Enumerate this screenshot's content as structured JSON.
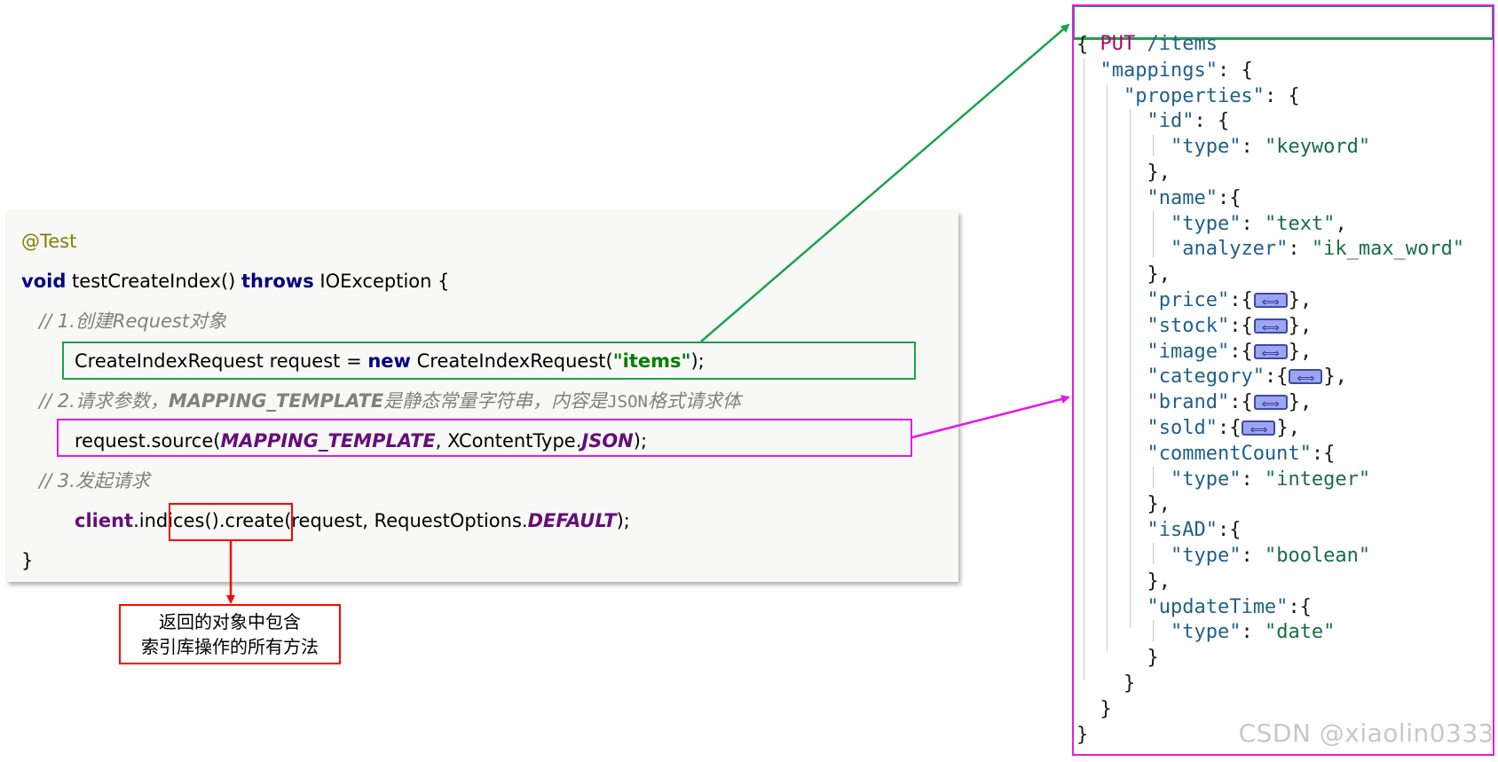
{
  "code": {
    "annotation": "@Test",
    "signature": {
      "kw_void": "void",
      "name": " testCreateIndex() ",
      "kw_throws": "throws",
      "exception": " IOException {"
    },
    "comment1": "// 1.创建Request对象",
    "line1": {
      "type_and_var": "CreateIndexRequest request = ",
      "kw_new": "new",
      "ctor": " CreateIndexRequest(",
      "arg": "\"items\"",
      "end": ");"
    },
    "comment2": {
      "prefix": "// 2.请求参数，",
      "bold": "MAPPING_TEMPLATE",
      "middle": "是静态常量字符串，内容是",
      "mono": "JSON",
      "suffix": "格式请求体"
    },
    "line2": {
      "call": "request.source(",
      "field1": "MAPPING_TEMPLATE",
      "sep": ", XContentType.",
      "field2": "JSON",
      "end": ");"
    },
    "comment3": "// 3.发起请求",
    "line3": {
      "client": "client",
      "call": ".indices().create(request, RequestOptions.",
      "field": "DEFAULT",
      "end": ");"
    },
    "closing_brace": "}"
  },
  "note": {
    "line1": "返回的对象中包含",
    "line2": "索引库操作的所有方法"
  },
  "json_panel": {
    "method": "PUT",
    "path": " /items",
    "lines": [
      {
        "indent": "",
        "key": "",
        "rest": "{"
      },
      {
        "indent": "  ",
        "key": "\"mappings\"",
        "rest": ": {"
      },
      {
        "indent": "    ",
        "key": "\"properties\"",
        "rest": ": {"
      },
      {
        "indent": "      ",
        "key": "\"id\"",
        "rest": ": {"
      },
      {
        "indent": "        ",
        "key": "\"type\"",
        "rest": ": ",
        "str": "\"keyword\""
      },
      {
        "indent": "      ",
        "key": "",
        "rest": "},"
      },
      {
        "indent": "      ",
        "key": "\"name\"",
        "rest": ":{"
      },
      {
        "indent": "        ",
        "key": "\"type\"",
        "rest": ": ",
        "str": "\"text\"",
        "tail": ","
      },
      {
        "indent": "        ",
        "key": "\"analyzer\"",
        "rest": ": ",
        "str": "\"ik_max_word\""
      },
      {
        "indent": "      ",
        "key": "",
        "rest": "},"
      },
      {
        "indent": "      ",
        "key": "\"price\"",
        "rest": ":{",
        "fold": true,
        "tail": "},"
      },
      {
        "indent": "      ",
        "key": "\"stock\"",
        "rest": ":{",
        "fold": true,
        "tail": "},"
      },
      {
        "indent": "      ",
        "key": "\"image\"",
        "rest": ":{",
        "fold": true,
        "tail": "},"
      },
      {
        "indent": "      ",
        "key": "\"category\"",
        "rest": ":{",
        "fold": true,
        "tail": "},"
      },
      {
        "indent": "      ",
        "key": "\"brand\"",
        "rest": ":{",
        "fold": true,
        "tail": "},"
      },
      {
        "indent": "      ",
        "key": "\"sold\"",
        "rest": ":{",
        "fold": true,
        "tail": "},"
      },
      {
        "indent": "      ",
        "key": "\"commentCount\"",
        "rest": ":{"
      },
      {
        "indent": "        ",
        "key": "\"type\"",
        "rest": ": ",
        "str": "\"integer\""
      },
      {
        "indent": "      ",
        "key": "",
        "rest": "},"
      },
      {
        "indent": "      ",
        "key": "\"isAD\"",
        "rest": ":{"
      },
      {
        "indent": "        ",
        "key": "\"type\"",
        "rest": ": ",
        "str": "\"boolean\""
      },
      {
        "indent": "      ",
        "key": "",
        "rest": "},"
      },
      {
        "indent": "      ",
        "key": "\"updateTime\"",
        "rest": ":{"
      },
      {
        "indent": "        ",
        "key": "\"type\"",
        "rest": ": ",
        "str": "\"date\""
      },
      {
        "indent": "      ",
        "key": "",
        "rest": "}"
      },
      {
        "indent": "    ",
        "key": "",
        "rest": "}"
      },
      {
        "indent": "  ",
        "key": "",
        "rest": "}"
      },
      {
        "indent": "",
        "key": "",
        "rest": "}"
      }
    ]
  },
  "watermark": "CSDN @xiaolin0333",
  "colors": {
    "green_box": "#1aa34a",
    "magenta_box": "#e619e6",
    "red_box": "#ff0000"
  }
}
